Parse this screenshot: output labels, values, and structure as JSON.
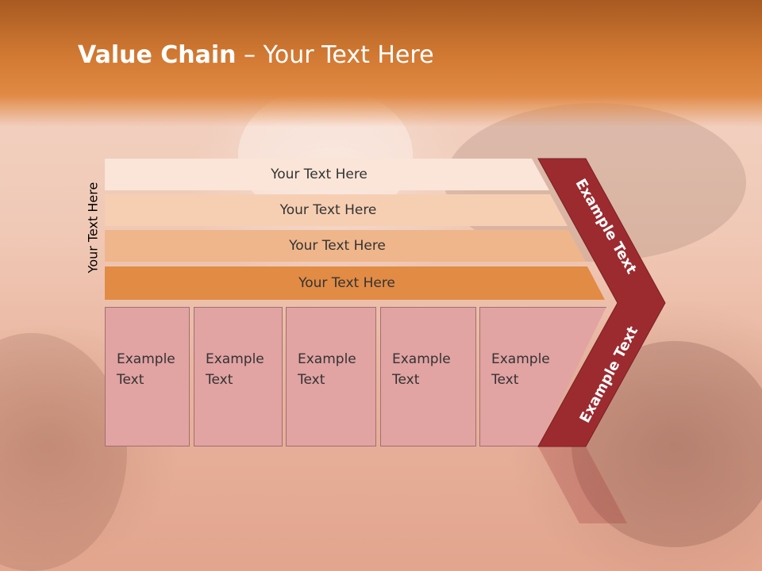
{
  "title": {
    "bold": "Value Chain",
    "rest": " – Your Text Here"
  },
  "side_label": "Your Text Here",
  "bars": [
    {
      "label": "Your Text Here",
      "color": "#fae5d8"
    },
    {
      "label": "Your Text Here",
      "color": "#f6cfb3"
    },
    {
      "label": "Your Text Here",
      "color": "#efb68b"
    },
    {
      "label": "Your Text Here",
      "color": "#e28b45"
    }
  ],
  "boxes": [
    {
      "line1": "Example",
      "line2": "Text"
    },
    {
      "line1": "Example",
      "line2": "Text"
    },
    {
      "line1": "Example",
      "line2": "Text"
    },
    {
      "line1": "Example",
      "line2": "Text"
    },
    {
      "line1": "Example",
      "line2": "Text"
    }
  ],
  "chevron": {
    "upper_text": "Example Text",
    "lower_text": "Example Text",
    "color": "#9c2b30"
  }
}
